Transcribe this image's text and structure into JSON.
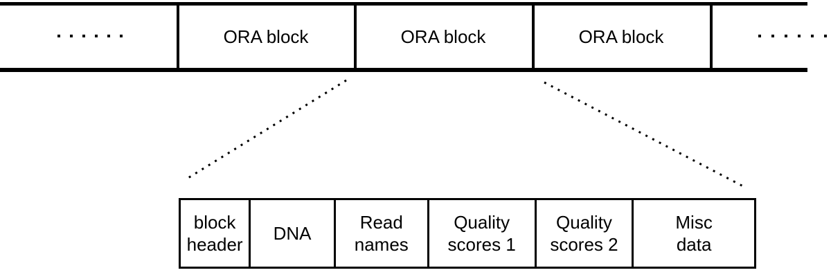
{
  "page": {
    "background": "#ffffff",
    "ink": "#000000"
  },
  "stream": {
    "left_ellipsis_dots": 6,
    "right_ellipsis_dots": 6,
    "blocks": [
      {
        "label": "ORA block"
      },
      {
        "label": "ORA block"
      },
      {
        "label": "ORA block"
      }
    ]
  },
  "expanded_block": {
    "cells": [
      {
        "lines": [
          "block",
          "header"
        ]
      },
      {
        "lines": [
          "DNA"
        ]
      },
      {
        "lines": [
          "Read",
          "names"
        ]
      },
      {
        "lines": [
          "Quality",
          "scores 1"
        ]
      },
      {
        "lines": [
          "Quality",
          "scores 2"
        ]
      },
      {
        "lines": [
          "Misc",
          "data"
        ]
      }
    ]
  }
}
